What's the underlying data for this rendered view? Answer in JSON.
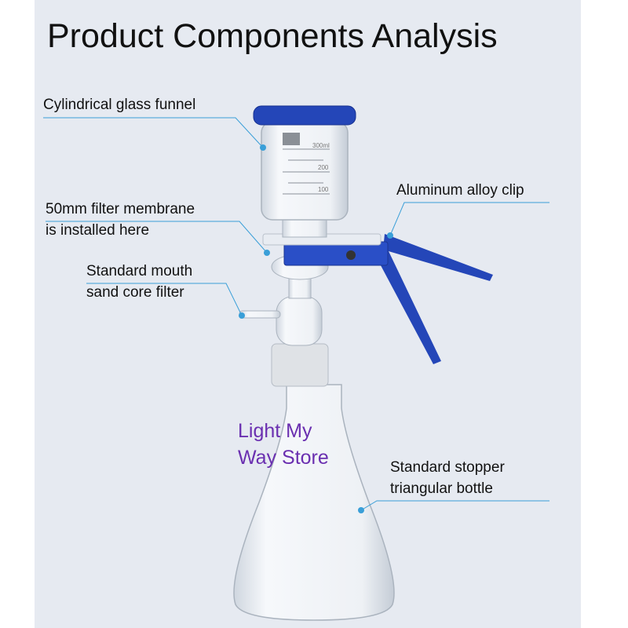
{
  "title": "Product Components Analysis",
  "labels": {
    "funnel": "Cylindrical glass funnel",
    "clip": "Aluminum alloy clip",
    "membrane_1": "50mm filter membrane",
    "membrane_2": "is installed here",
    "filter_1": "Standard mouth",
    "filter_2": "sand core filter",
    "bottle_1": "Standard stopper",
    "bottle_2": "triangular bottle"
  },
  "graduations": [
    "300ml",
    "200",
    "100"
  ],
  "watermark": [
    "Light My",
    "Way Store"
  ],
  "colors": {
    "background": "#e6eaf1",
    "blue": "#2446b8",
    "leader": "#3a9fd8",
    "watermark": "#6a2fb0"
  }
}
